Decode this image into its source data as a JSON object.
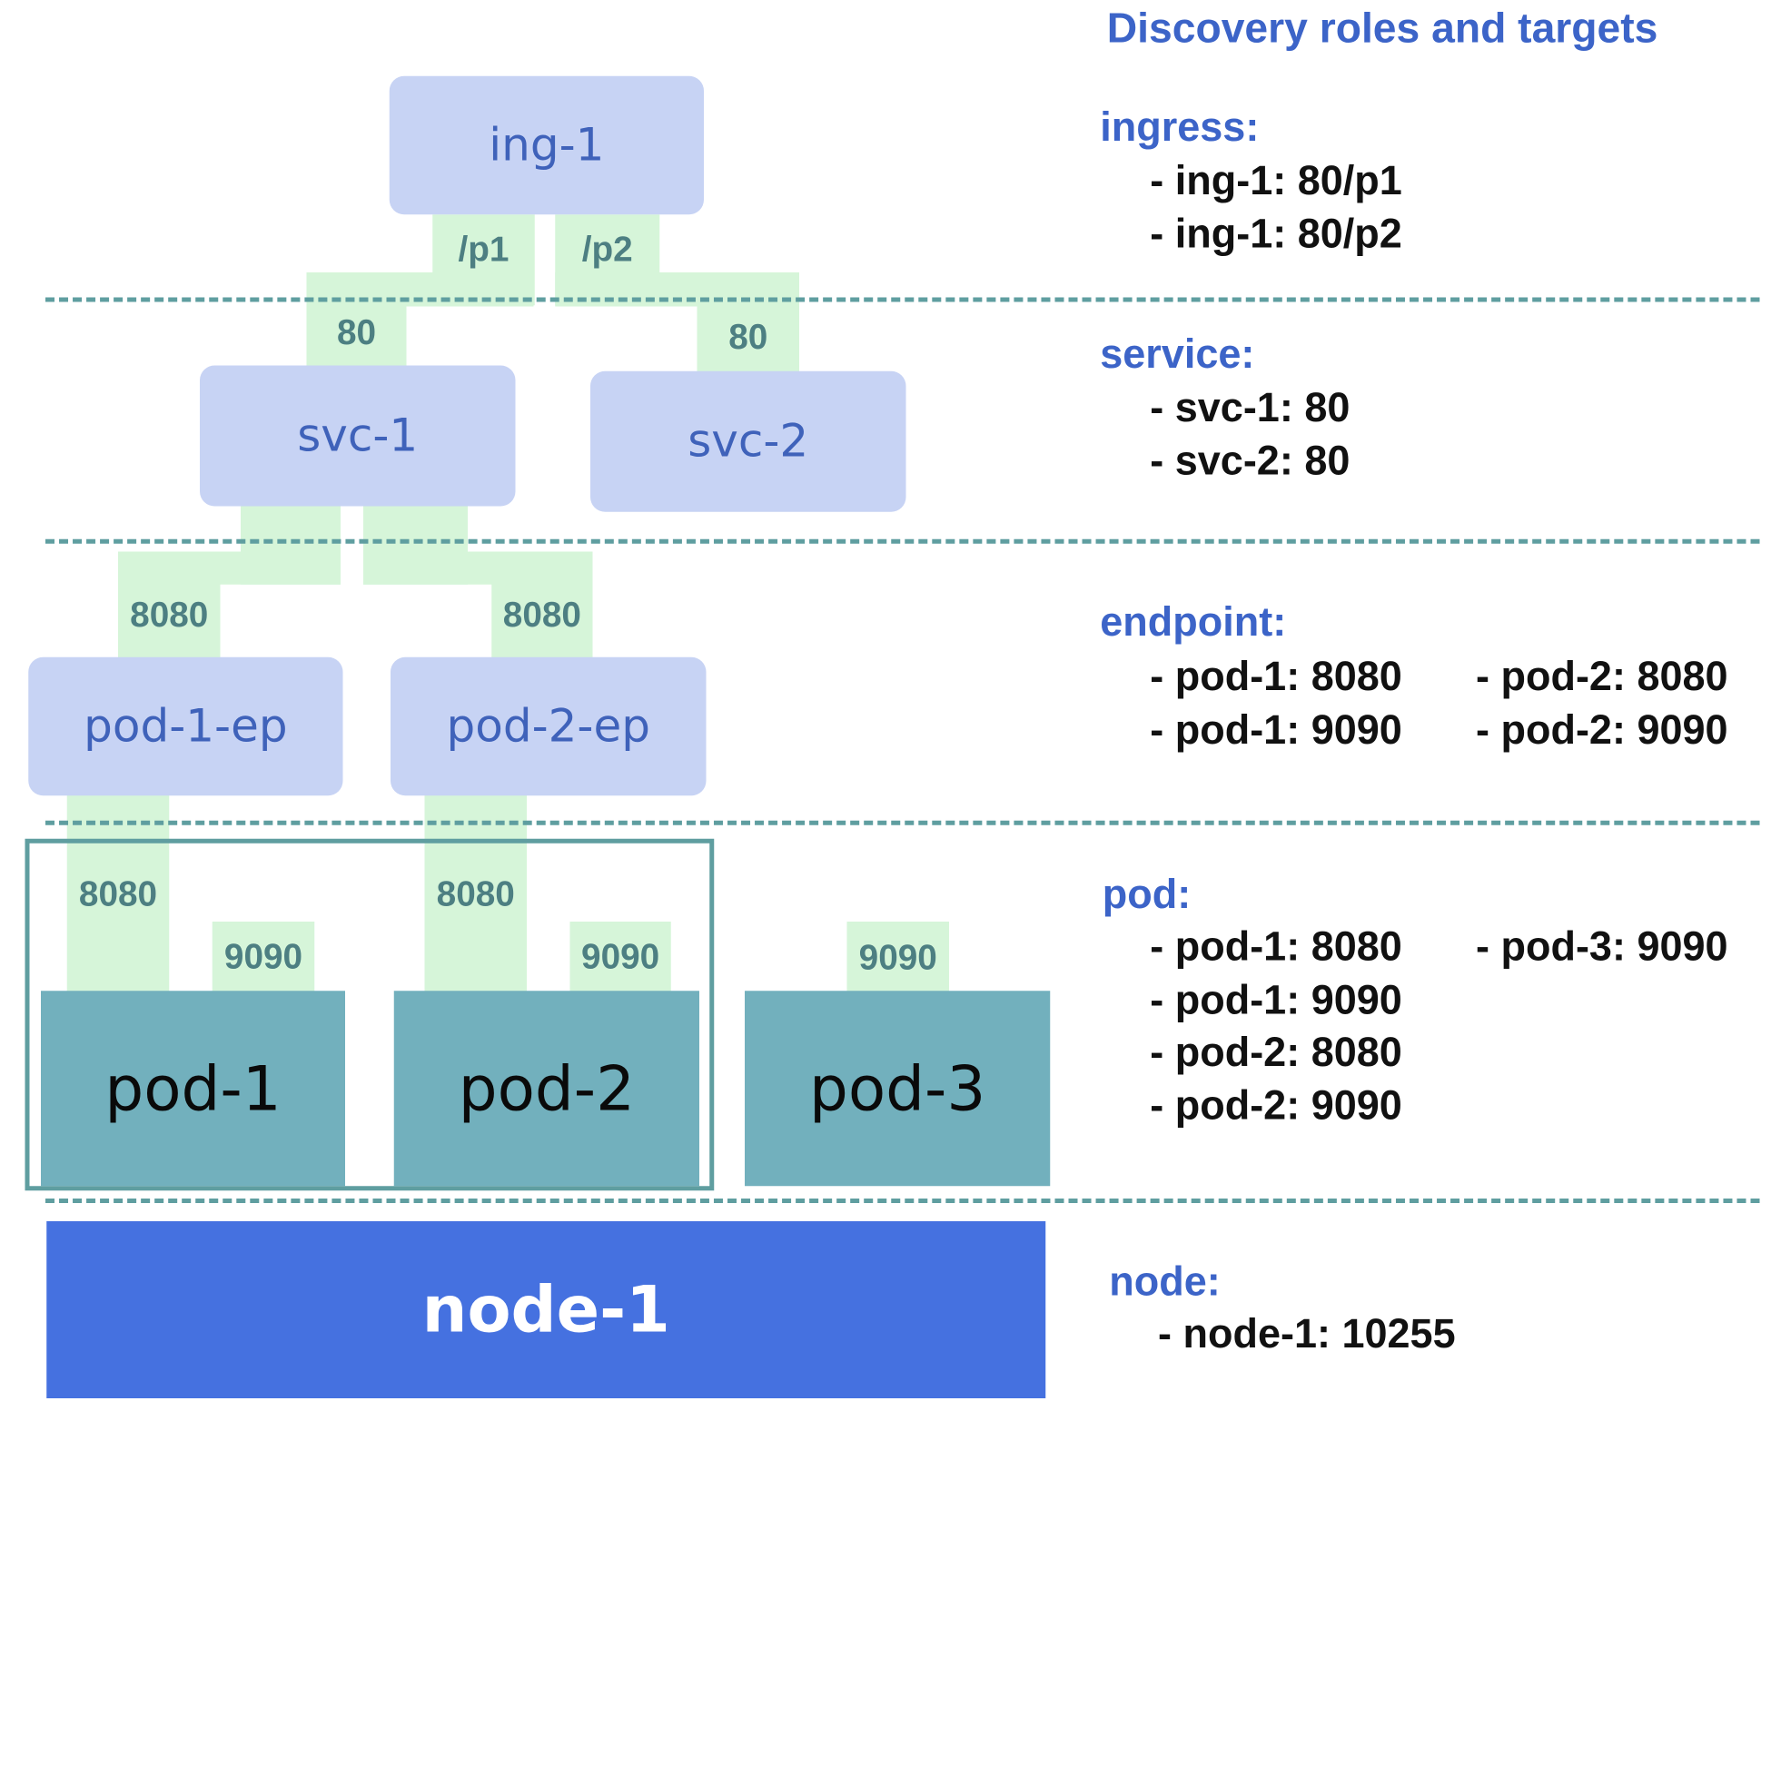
{
  "title": "Discovery roles and targets",
  "colors": {
    "resource_box": "#c7d3f4",
    "resource_text": "#3f62ba",
    "pod_box": "#72b0bd",
    "node_box": "#4571e0",
    "port_band": "#d6f5d9",
    "port_text": "#4d7f82",
    "separator": "#5f9ea0",
    "role_text": "#3c64c8"
  },
  "diagram": {
    "ingresses": [
      {
        "name": "ing-1"
      }
    ],
    "services": [
      {
        "name": "svc-1"
      },
      {
        "name": "svc-2"
      }
    ],
    "endpoints": [
      {
        "name": "pod-1-ep"
      },
      {
        "name": "pod-2-ep"
      }
    ],
    "pods": [
      {
        "name": "pod-1"
      },
      {
        "name": "pod-2"
      },
      {
        "name": "pod-3"
      }
    ],
    "nodes": [
      {
        "name": "node-1"
      }
    ],
    "ports": {
      "ing_path_1": "/p1",
      "ing_path_2": "/p2",
      "svc1_port": "80",
      "svc2_port": "80",
      "ep1_port": "8080",
      "ep2_port": "8080",
      "pod1_port_a": "8080",
      "pod1_port_b": "9090",
      "pod2_port_a": "8080",
      "pod2_port_b": "9090",
      "pod3_port": "9090"
    }
  },
  "legend": {
    "ingress": {
      "label": "ingress:",
      "targets": [
        "- ing-1: 80/p1",
        "- ing-1: 80/p2"
      ]
    },
    "service": {
      "label": "service:",
      "targets": [
        "- svc-1: 80",
        "- svc-2: 80"
      ]
    },
    "endpoint": {
      "label": "endpoint:",
      "targets": [
        "- pod-1: 8080",
        "- pod-1: 9090",
        "- pod-2: 8080",
        "- pod-2: 9090"
      ]
    },
    "pod": {
      "label": "pod:",
      "targets": [
        "- pod-1: 8080",
        "- pod-1: 9090",
        "- pod-2: 8080",
        "- pod-2: 9090",
        "- pod-3: 9090"
      ]
    },
    "node": {
      "label": "node:",
      "targets": [
        "- node-1: 10255"
      ]
    }
  }
}
